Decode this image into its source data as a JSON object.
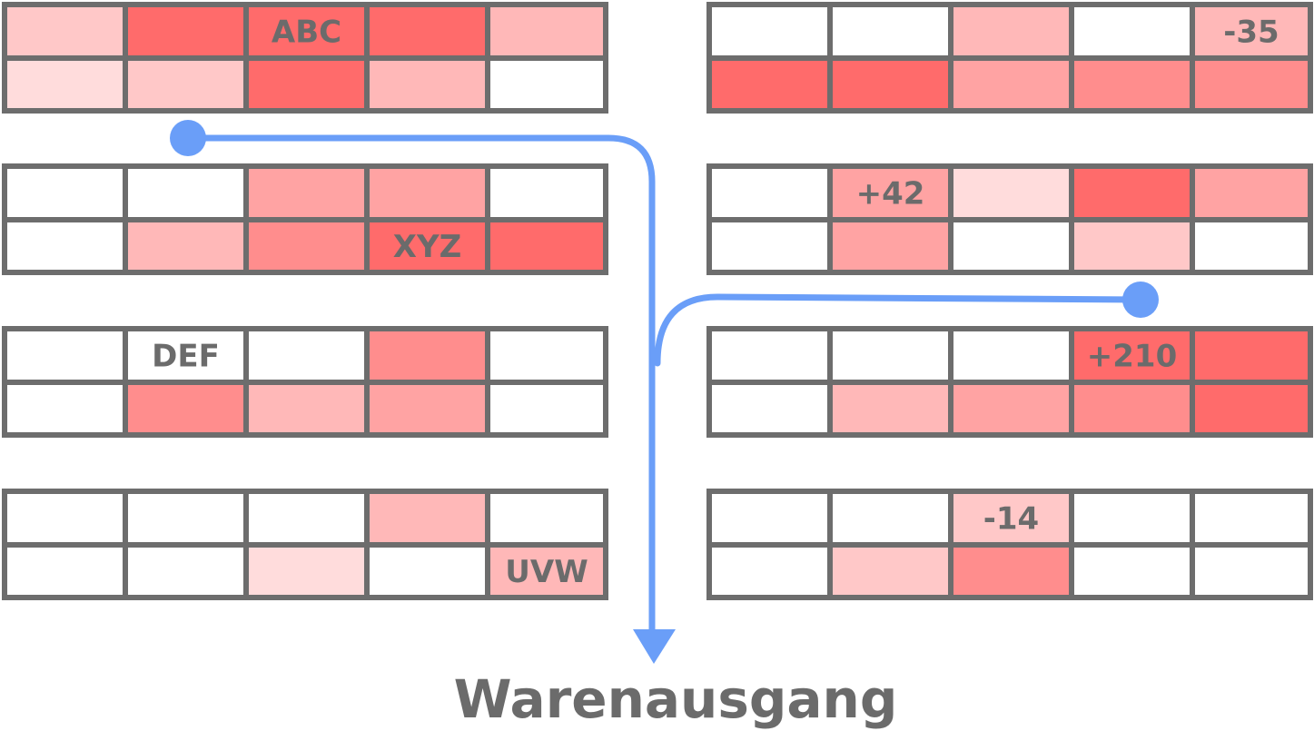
{
  "caption": "Warenausgang",
  "colors": {
    "grid_line": "#6d6d6d",
    "route": "#6a9ef8",
    "text": "#6b6b6b",
    "heat_levels": [
      "#ffffff",
      "#ffdcdc",
      "#ffc8c8",
      "#ffb8b8",
      "#ffa3a3",
      "#ff8d8d",
      "#ff6b6b"
    ]
  },
  "shelves": [
    {
      "id": "L1",
      "column": "left",
      "row": 1,
      "cells": [
        [
          2,
          6,
          6,
          6,
          3
        ],
        [
          1,
          2,
          6,
          3,
          0
        ]
      ]
    },
    {
      "id": "L2",
      "column": "left",
      "row": 2,
      "cells": [
        [
          0,
          0,
          4,
          4,
          0
        ],
        [
          0,
          3,
          5,
          6,
          6
        ]
      ]
    },
    {
      "id": "L3",
      "column": "left",
      "row": 3,
      "cells": [
        [
          0,
          0,
          0,
          5,
          0
        ],
        [
          0,
          5,
          3,
          4,
          0
        ]
      ]
    },
    {
      "id": "L4",
      "column": "left",
      "row": 4,
      "cells": [
        [
          0,
          0,
          0,
          3,
          0
        ],
        [
          0,
          0,
          1,
          0,
          3
        ]
      ]
    },
    {
      "id": "R1",
      "column": "right",
      "row": 1,
      "cells": [
        [
          0,
          0,
          3,
          0,
          3
        ],
        [
          6,
          6,
          4,
          5,
          5
        ]
      ]
    },
    {
      "id": "R2",
      "column": "right",
      "row": 2,
      "cells": [
        [
          0,
          4,
          1,
          6,
          4
        ],
        [
          0,
          4,
          0,
          2,
          0
        ]
      ]
    },
    {
      "id": "R3",
      "column": "right",
      "row": 3,
      "cells": [
        [
          0,
          0,
          0,
          6,
          6
        ],
        [
          0,
          3,
          4,
          5,
          6
        ]
      ]
    },
    {
      "id": "R4",
      "column": "right",
      "row": 4,
      "cells": [
        [
          0,
          0,
          2,
          0,
          0
        ],
        [
          0,
          2,
          5,
          0,
          0
        ]
      ]
    }
  ],
  "labels": [
    {
      "shelf": "L1",
      "r": 0,
      "c": 2,
      "text": "ABC"
    },
    {
      "shelf": "L2",
      "r": 1,
      "c": 3,
      "text": "XYZ"
    },
    {
      "shelf": "L3",
      "r": 0,
      "c": 1,
      "text": "DEF"
    },
    {
      "shelf": "L4",
      "r": 1,
      "c": 4,
      "text": "UVW"
    },
    {
      "shelf": "R1",
      "r": 0,
      "c": 4,
      "text": "-35"
    },
    {
      "shelf": "R2",
      "r": 0,
      "c": 1,
      "text": "+42"
    },
    {
      "shelf": "R3",
      "r": 0,
      "c": 3,
      "text": "+210"
    },
    {
      "shelf": "R4",
      "r": 0,
      "c": 2,
      "text": "-14"
    }
  ],
  "routes": [
    {
      "id": "route-left",
      "from_shelf": "L1",
      "side": "left"
    },
    {
      "id": "route-right",
      "from_shelf": "R2",
      "side": "right"
    }
  ]
}
